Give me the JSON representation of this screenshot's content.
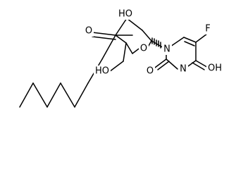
{
  "labels": {
    "carbonyl_oxygen": "O",
    "hydroxyl_top": "HO",
    "ring_oxygen": "O",
    "hydroxymethyl": "HO",
    "ring_nitrogen_1": "N",
    "ring_nitrogen_3": "N",
    "uracil_oxygen_2": "O",
    "uracil_oh_4": "OH",
    "fluorine": "F"
  },
  "colors": {
    "bonds": "#000000",
    "labels": "#000000",
    "background": "#ffffff"
  }
}
